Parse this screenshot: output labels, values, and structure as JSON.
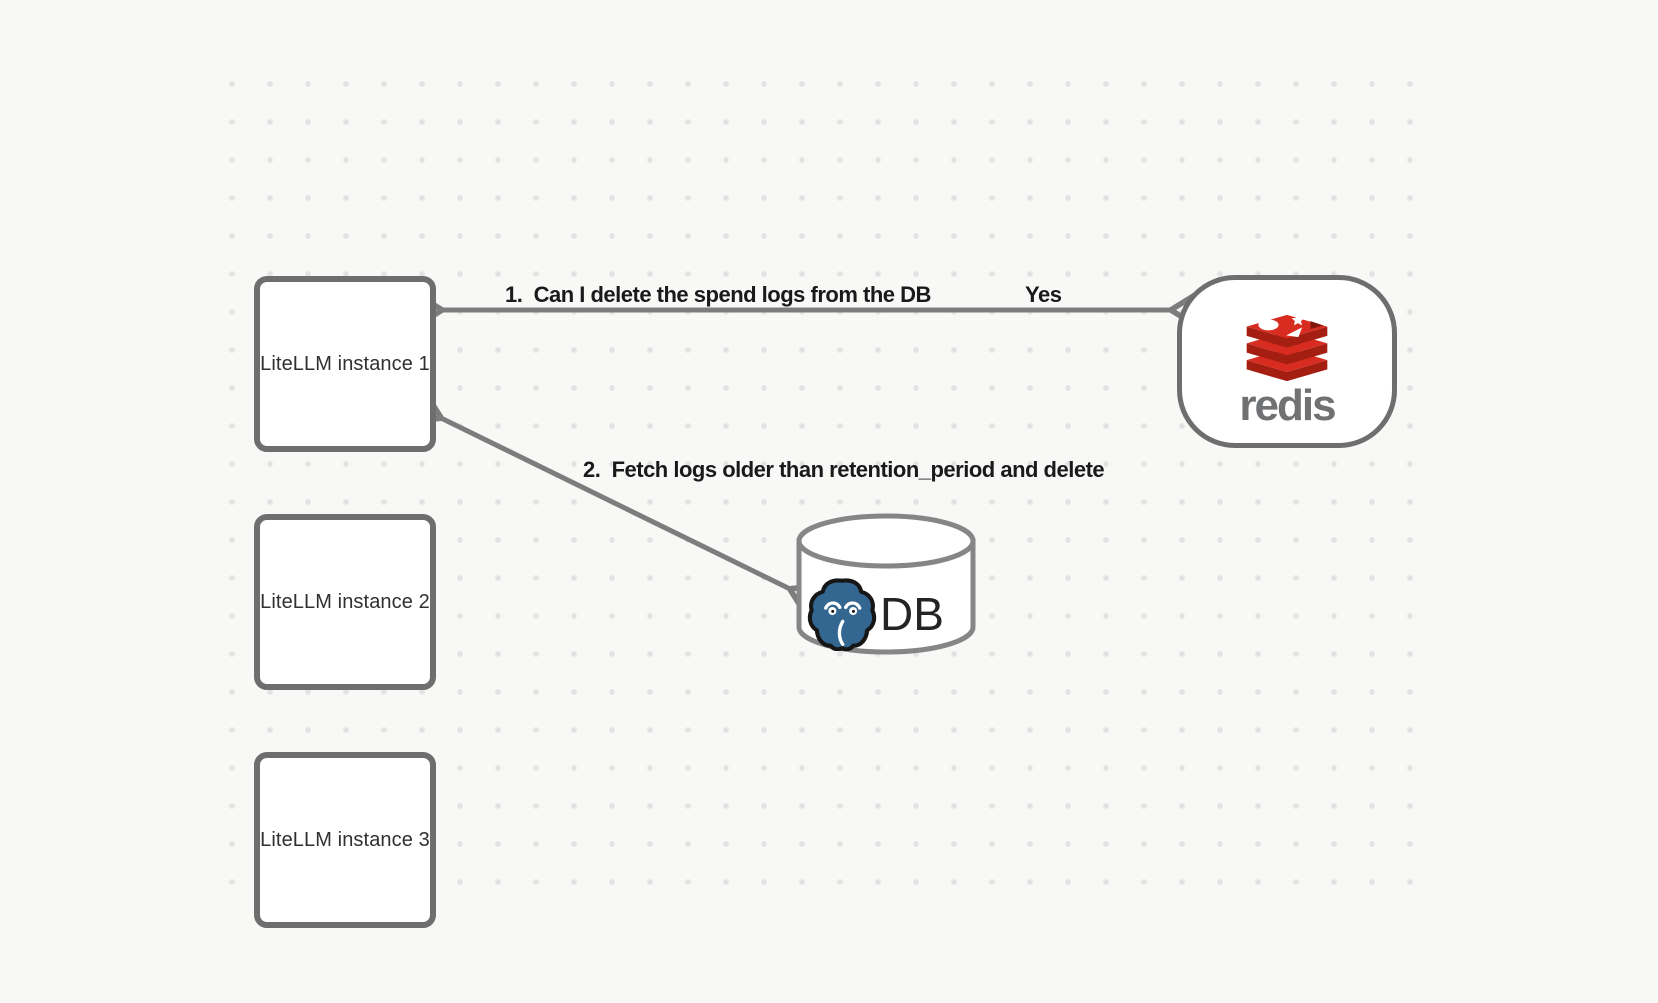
{
  "canvas": {
    "background_color": "#f8f8f6",
    "dot_color": "#e3e3e3",
    "stroke_color": "#6e6e6e",
    "arrow_color": "#7d7d7d"
  },
  "nodes": {
    "instances": [
      {
        "label": "LiteLLM instance 1"
      },
      {
        "label": "LiteLLM instance 2"
      },
      {
        "label": "LiteLLM instance 3"
      }
    ],
    "redis": {
      "label": "redis",
      "brand_red": "#d82c20",
      "brand_dark_red": "#a41e11",
      "wordmark_color": "#707173"
    },
    "db": {
      "label": "DB",
      "postgres_blue": "#336791"
    }
  },
  "edges": [
    {
      "label": "1.  Can I delete the spend logs from the DB",
      "response": "Yes",
      "from": "Redis",
      "to": "LiteLLM instance 1",
      "style": "double-headed-arrow"
    },
    {
      "label": "2.  Fetch logs older than retention_period and delete",
      "from": "LiteLLM instance 1",
      "to": "DB",
      "style": "double-headed-arrow"
    }
  ]
}
